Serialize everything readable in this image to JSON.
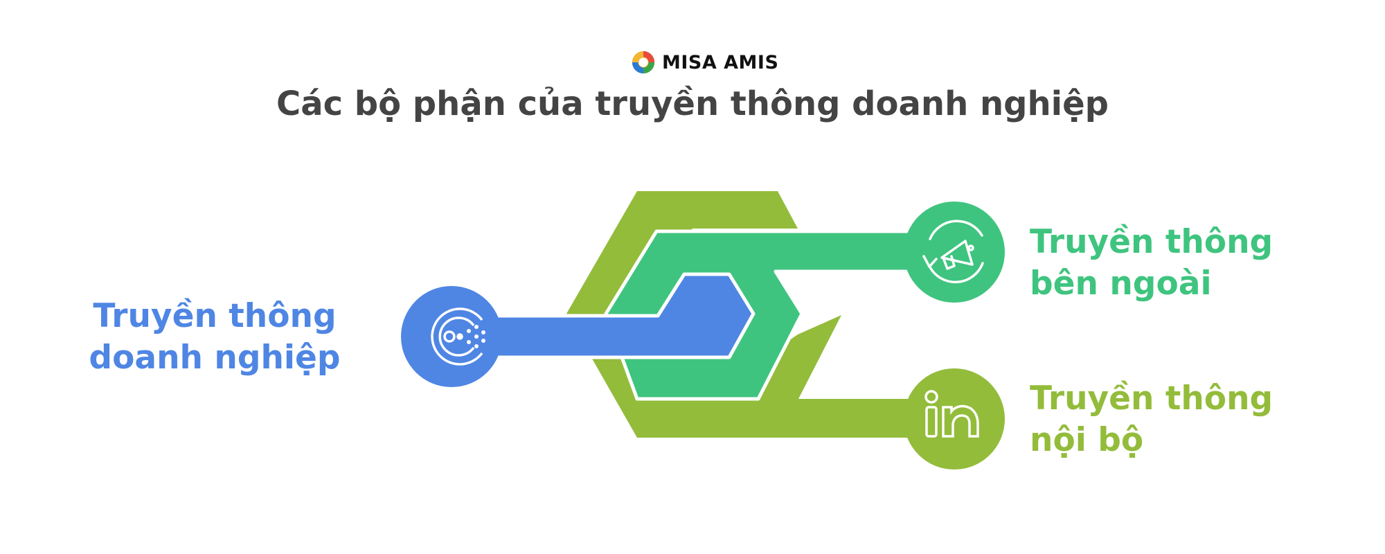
{
  "brand": {
    "name": "MISA AMIS"
  },
  "title": "Các bộ phận của truyền thông doanh nghiệp",
  "nodes": {
    "main": {
      "line1": "Truyền thông",
      "line2": "doanh nghiệp",
      "color": "#4f86e4",
      "icon": "corporate-communication-icon"
    },
    "external": {
      "line1": "Truyền thông",
      "line2": "bên ngoài",
      "color": "#3fc47f",
      "icon": "megaphone-refresh-icon"
    },
    "internal": {
      "line1": "Truyền thông",
      "line2": "nội bộ",
      "color": "#93bc3b",
      "icon": "linkedin-in-icon"
    }
  }
}
